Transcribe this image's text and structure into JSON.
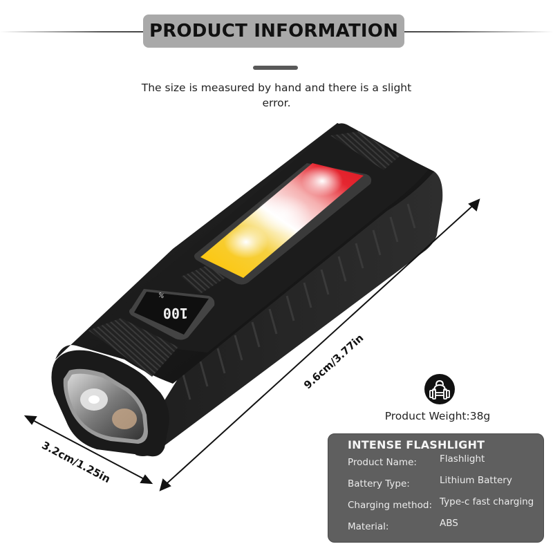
{
  "header": {
    "title": "PRODUCT INFORMATION",
    "note": "The size is measured by hand and there is a slight error."
  },
  "product": {
    "display_reading": "100",
    "display_unit": "%",
    "light_colors": {
      "red": "#e8202a",
      "white": "#ffffff",
      "yellow": "#f6c21a"
    }
  },
  "dimensions": {
    "width_label": "3.2cm/1.25in",
    "length_label": "9.6cm/3.77in"
  },
  "weight": {
    "icon": "dumbbell-weight-icon",
    "label": "Product Weight:38g"
  },
  "specs": {
    "title": "INTENSE FLASHLIGHT",
    "rows": [
      {
        "key": "Product Name:",
        "value": "Flashlight"
      },
      {
        "key": "Battery Type:",
        "value": "Lithium Battery"
      },
      {
        "key": "Charging method:",
        "value": "Type-c fast charging"
      },
      {
        "key": "Material:",
        "value": "ABS"
      }
    ]
  },
  "colors": {
    "title_pill": "#a9a9a9",
    "spec_card": "#5f5f5f",
    "body_black": "#161616"
  }
}
